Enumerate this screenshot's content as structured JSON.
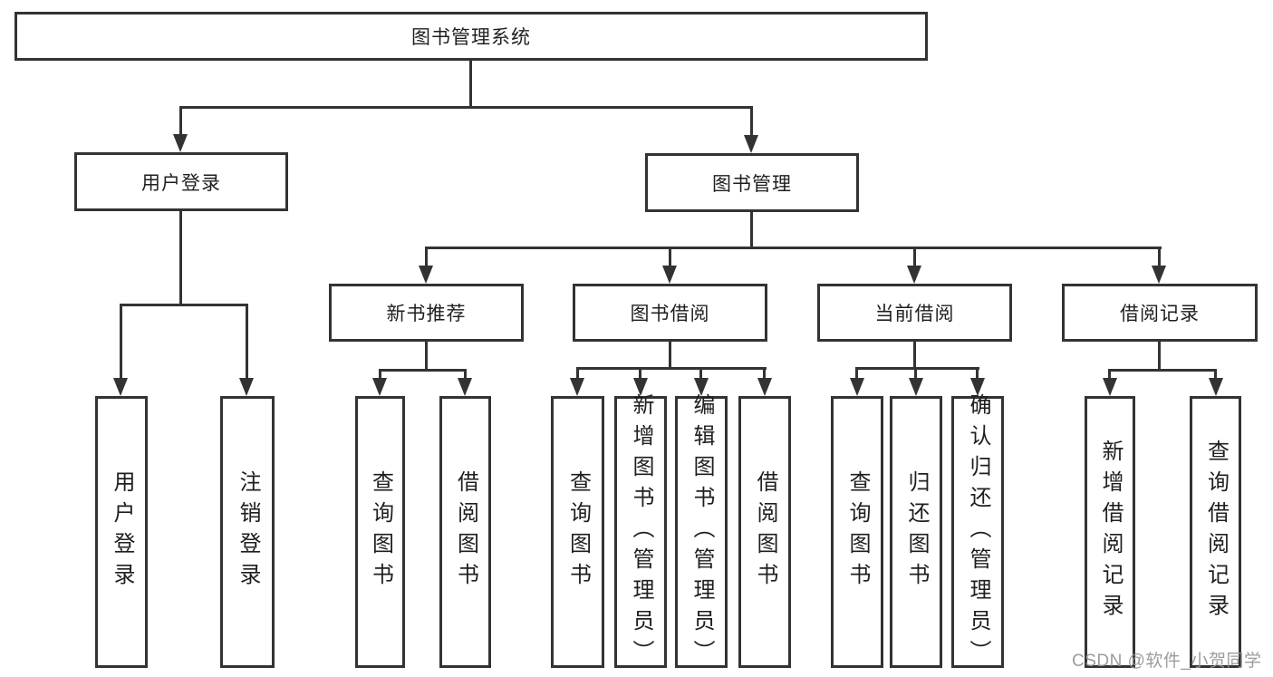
{
  "tree": {
    "root": "图书管理系统",
    "branches": [
      {
        "label": "用户登录",
        "leaves": [
          "用户登录",
          "注销登录"
        ]
      },
      {
        "label": "图书管理",
        "sections": [
          {
            "label": "新书推荐",
            "leaves": [
              "查询图书",
              "借阅图书"
            ]
          },
          {
            "label": "图书借阅",
            "leaves": [
              "查询图书",
              "新增图书（管理员）",
              "编辑图书（管理员）",
              "借阅图书"
            ]
          },
          {
            "label": "当前借阅",
            "leaves": [
              "查询图书",
              "归还图书",
              "确认归还（管理员）"
            ]
          },
          {
            "label": "借阅记录",
            "leaves": [
              "新增借阅记录",
              "查询借阅记录"
            ]
          }
        ]
      }
    ]
  },
  "watermark": "CSDN @软件_小贺同学",
  "colors": {
    "line": "#333333",
    "text": "#1f1f1f",
    "watermark": "#949494",
    "background": "#ffffff"
  }
}
